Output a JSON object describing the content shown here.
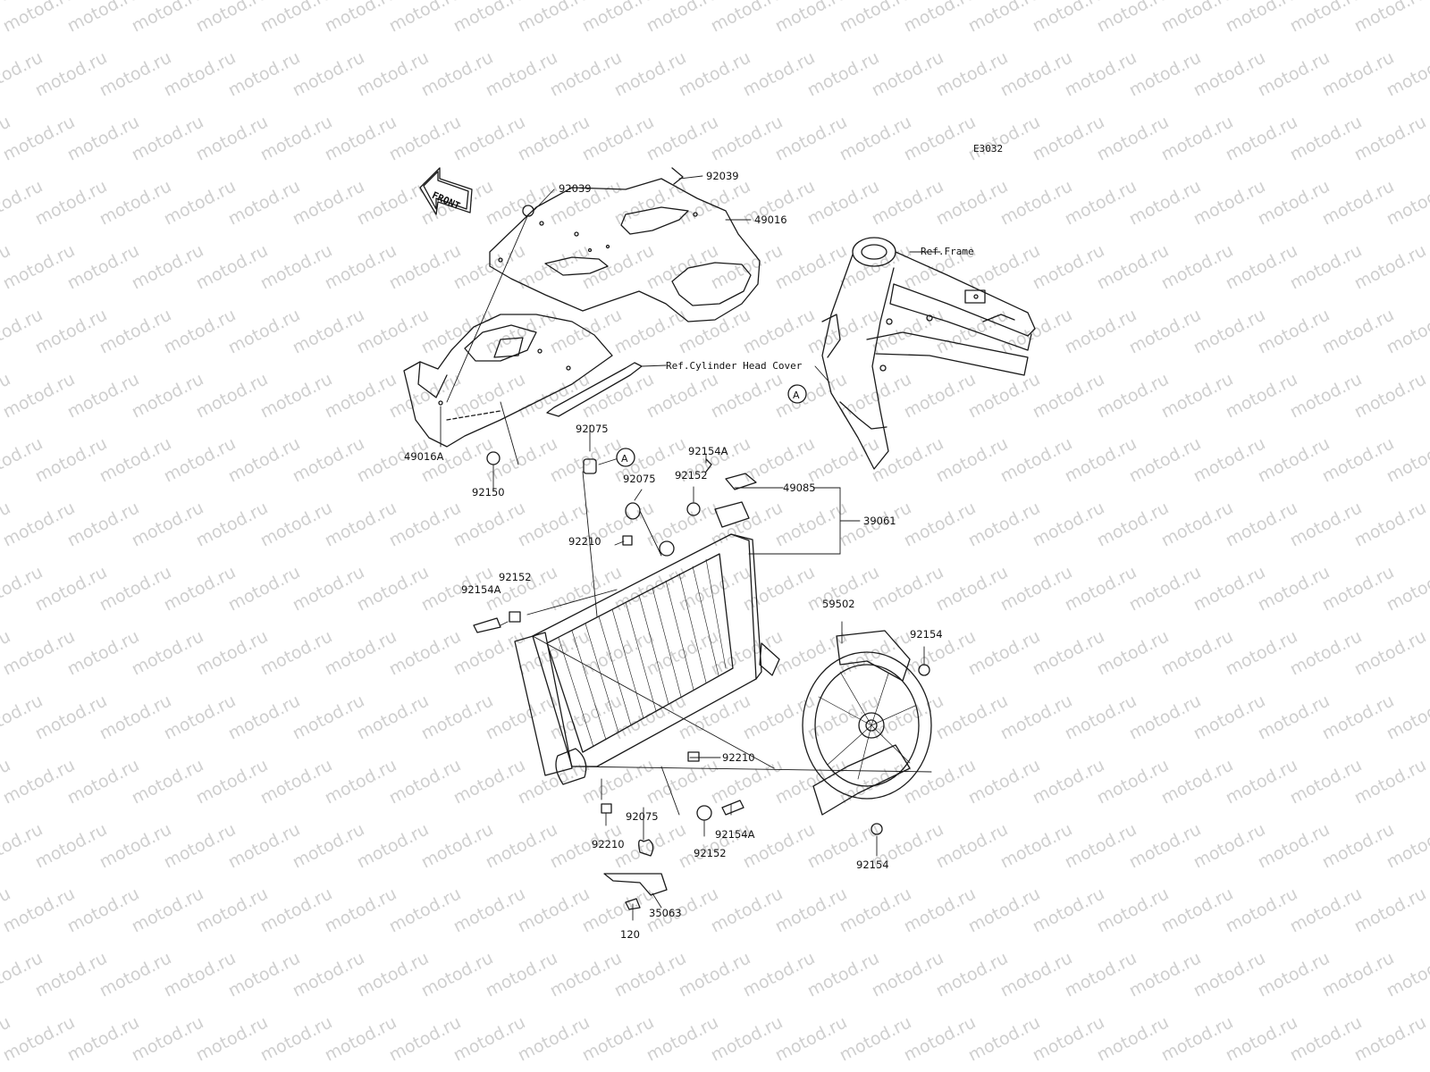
{
  "diagram_code": "E3032",
  "watermark_text": "motod.ru",
  "front_arrow_text": "FRONT",
  "ref_labels": {
    "frame": "Ref.Frame",
    "cylinder_head_cover": "Ref.Cylinder Head Cover"
  },
  "circle_marker": "A",
  "part_numbers": {
    "p92039_left": "92039",
    "p92039_right": "92039",
    "p49016": "49016",
    "p49016A": "49016A",
    "p92150": "92150",
    "p92075_top": "92075",
    "p92075_mid": "92075",
    "p92154A_top": "92154A",
    "p92152_top": "92152",
    "p49085": "49085",
    "p39061": "39061",
    "p92210_top": "92210",
    "p92154A_left": "92154A",
    "p92152_left": "92152",
    "p59502": "59502",
    "p92154_right": "92154",
    "p92210_mid": "92210",
    "p92210_bottom": "92210",
    "p92075_bottom": "92075",
    "p92152_bottom": "92152",
    "p92154A_bottom": "92154A",
    "p92154_bottom": "92154",
    "p35063": "35063",
    "p120": "120"
  },
  "line_color": "#1a1a1a",
  "watermark_color": "#cfcfcf"
}
